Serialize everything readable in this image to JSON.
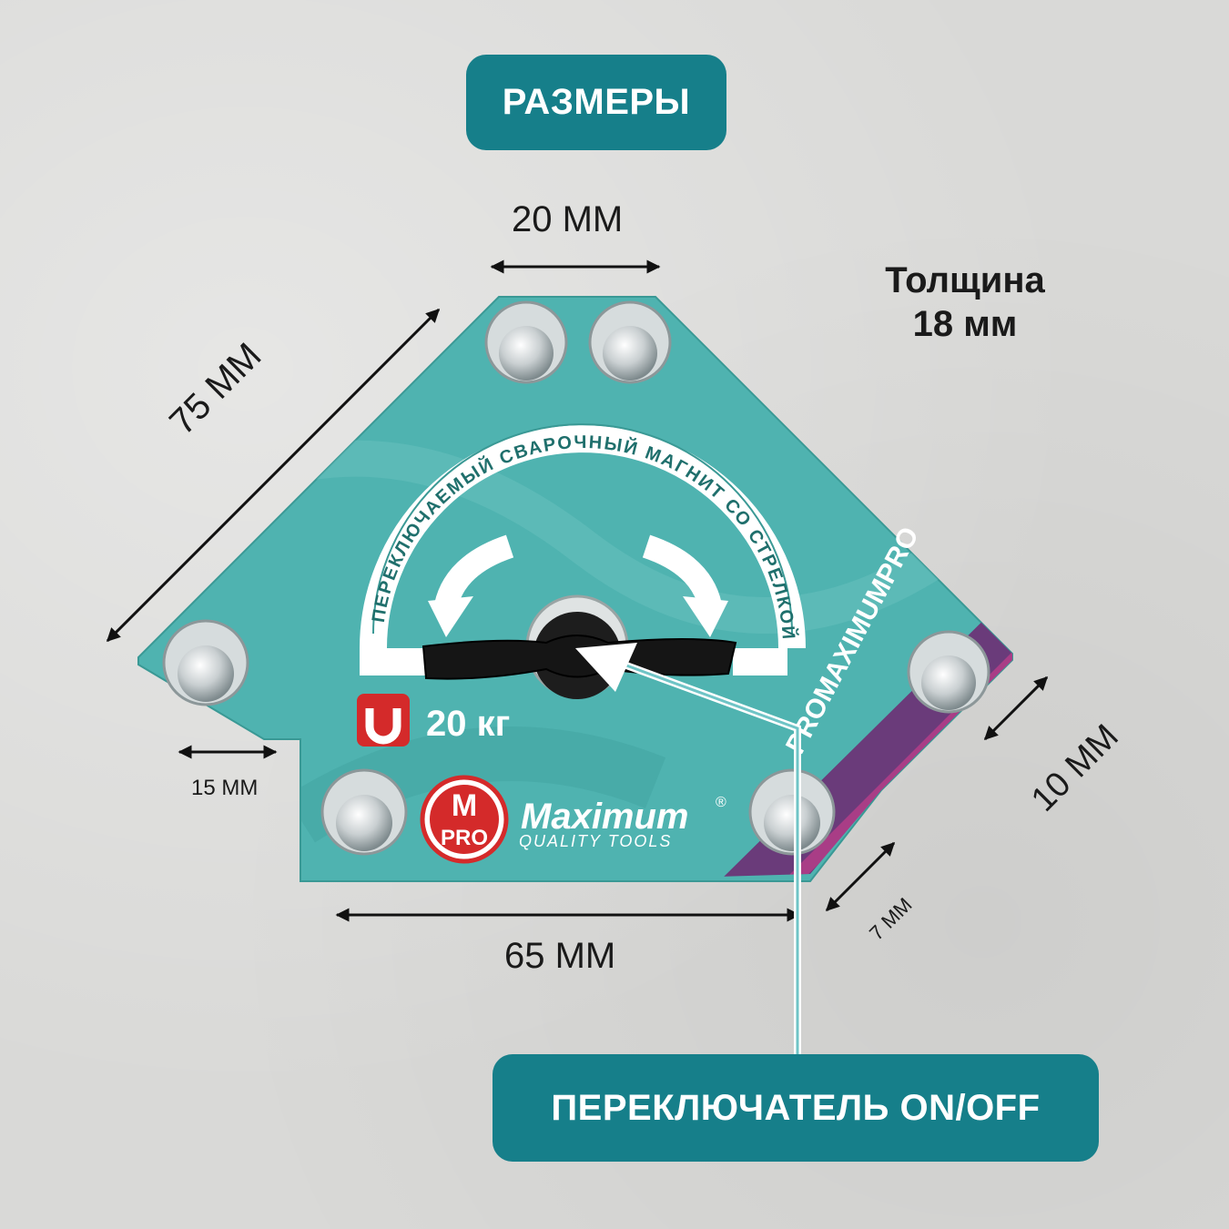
{
  "header": {
    "title": "РАЗМЕРЫ"
  },
  "dimensions": {
    "top_width": "20 ММ",
    "diagonal": "75 ММ",
    "thickness_label": "Толщина",
    "thickness_value": "18 мм",
    "left_tab": "15 ММ",
    "right_tab": "10 ММ",
    "corner_offset": "7 ММ",
    "bottom_width": "65 ММ"
  },
  "product": {
    "arc_text": "ПЕРЕКЛЮЧАЕМЫЙ СВАРОЧНЫЙ МАГНИТ СО СТРЕЛКОЙ",
    "load": "20 кг",
    "brand_badge_top": "M",
    "brand_badge_bottom": "PRO",
    "brand_name": "Maximum",
    "brand_tagline": "QUALITY TOOLS",
    "registered": "®",
    "stripe_text": "PROMAXIMUMPRO"
  },
  "callout": {
    "label": "ПЕРЕКЛЮЧАТЕЛЬ ON/OFF"
  },
  "colors": {
    "accent": "#167f8a",
    "magnet_body": "#4fb3b0",
    "stripe": "#6a3b7a",
    "badge_red": "#d42a2a",
    "background": "#d9d9d7"
  }
}
